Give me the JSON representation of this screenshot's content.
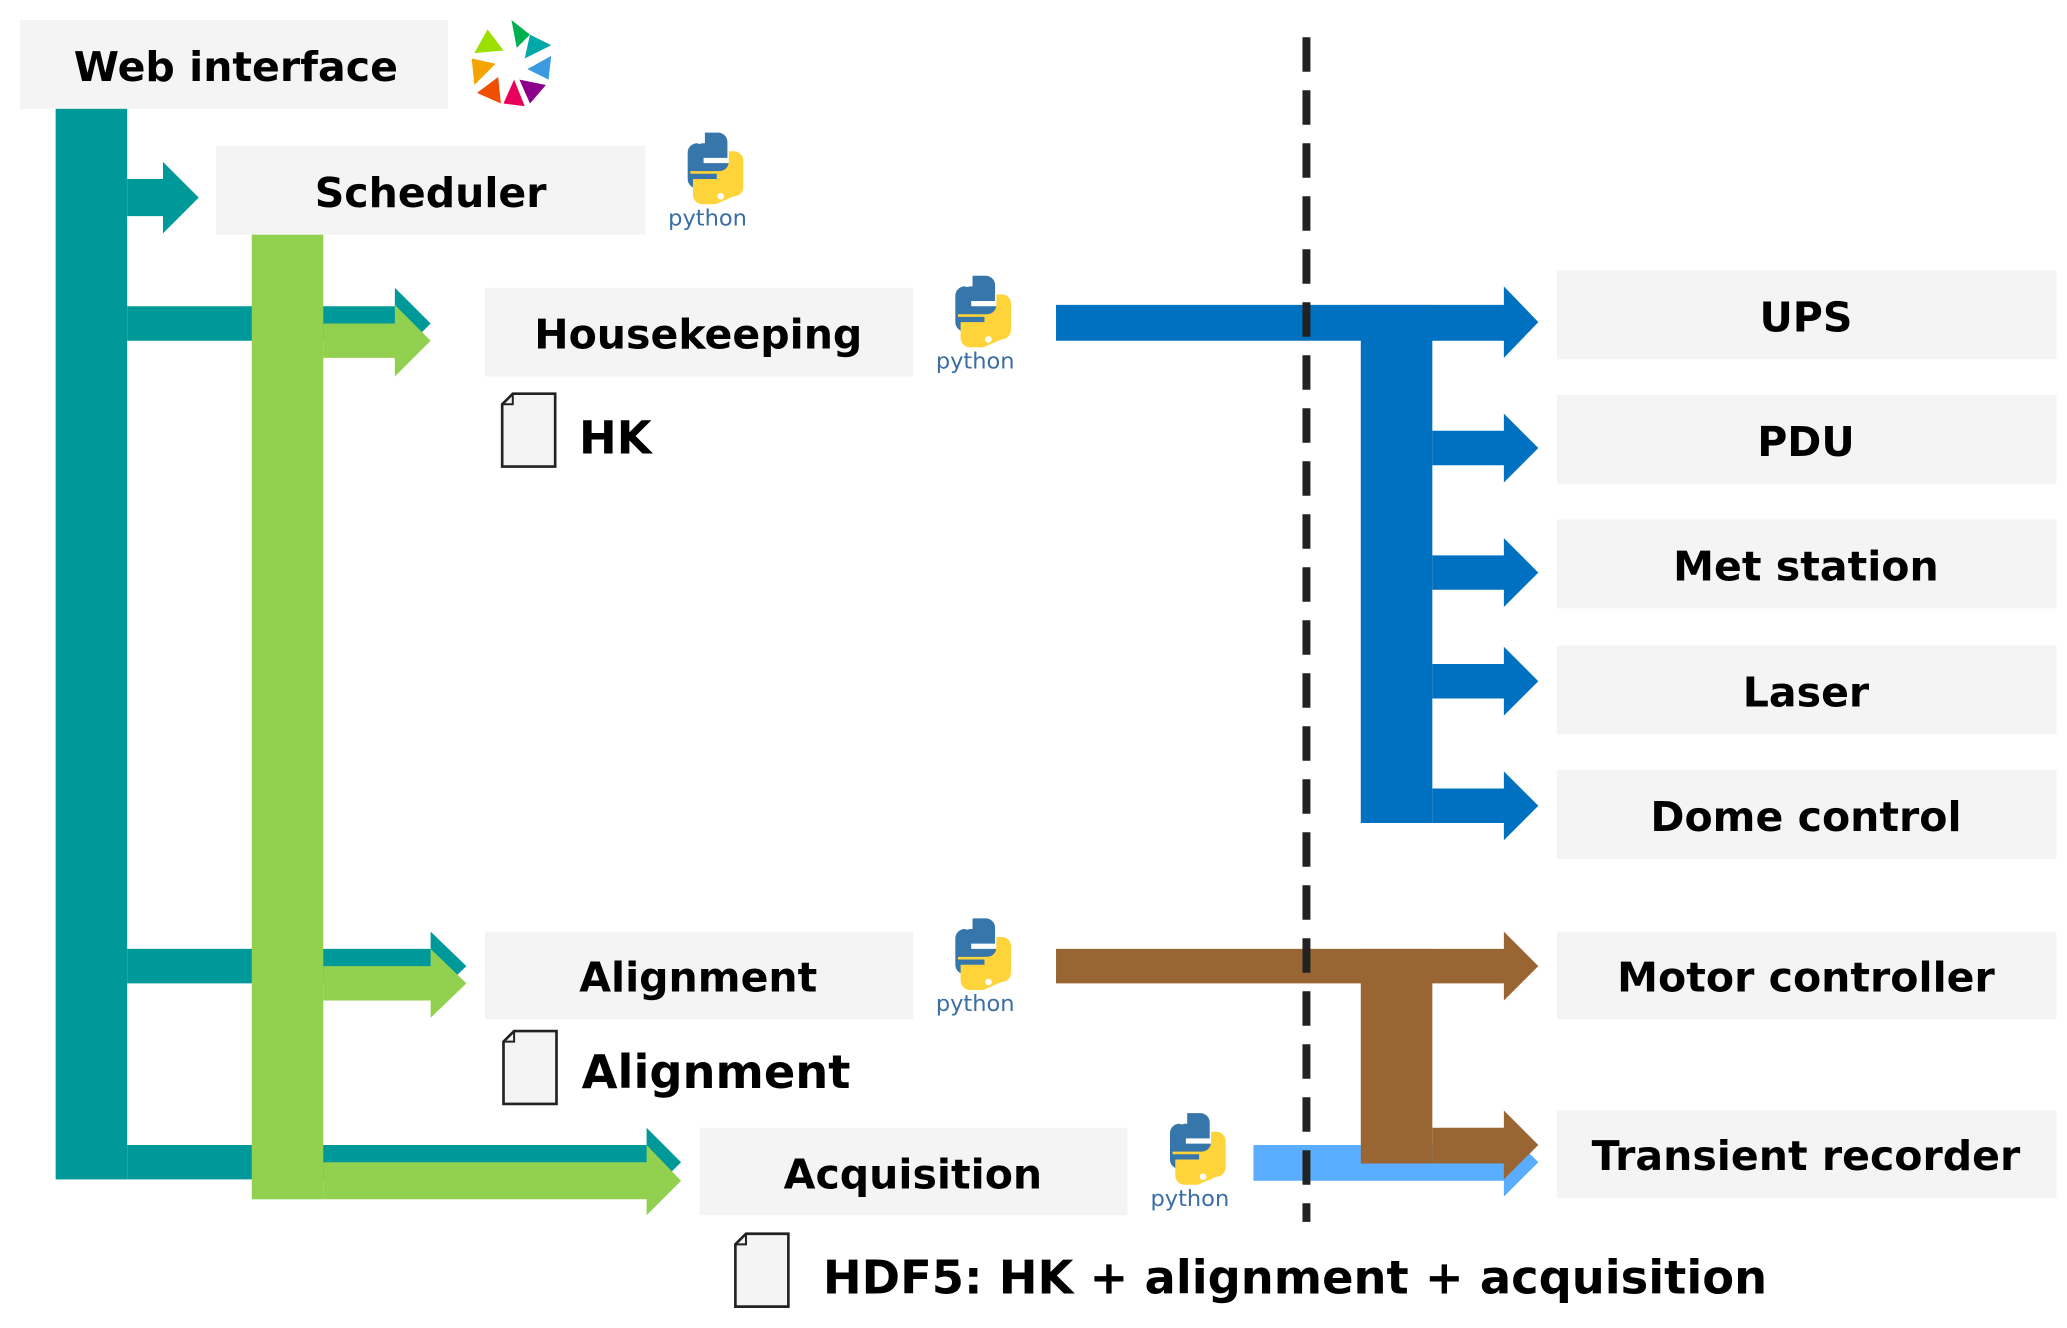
{
  "software": {
    "web_interface": "Web interface",
    "scheduler": "Scheduler",
    "housekeeping": "Housekeeping",
    "alignment": "Alignment",
    "acquisition": "Acquisition"
  },
  "files": {
    "hk": "HK",
    "alignment": "Alignment",
    "hdf5": "HDF5: HK + alignment + acquisition"
  },
  "hardware": [
    "UPS",
    "PDU",
    "Met station",
    "Laser",
    "Dome control",
    "Motor controller",
    "Transient recorder"
  ],
  "python_logo_text": "python",
  "colors": {
    "web_interface_line": "#009999",
    "scheduler_line": "#92D050",
    "housekeeping_line": "#0070C0",
    "alignment_line": "#996633",
    "acquisition_line": "#5BAEFF",
    "box": "#F4F4F4",
    "divider": "#222222"
  }
}
